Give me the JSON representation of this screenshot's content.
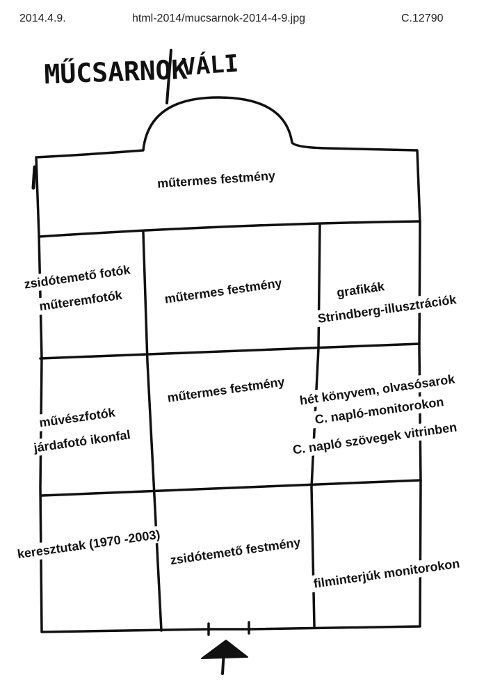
{
  "header": {
    "date": "2014.4.9.",
    "filename": "html-2014/mucsarnok-2014-4-9.jpg",
    "code": "C.12790"
  },
  "title": {
    "left": "MŰCSARNOK",
    "right": "VÁLI"
  },
  "rooms": {
    "top_hall": "műtermes festmény",
    "row1": {
      "left_1": "zsidótemető fotók",
      "left_2": "műteremfotók",
      "center": "műtermes festmény",
      "right_1": "grafikák",
      "right_2": "Strindberg-illusztrációk"
    },
    "row2": {
      "left_1": "művészfotók",
      "left_2": "járdafotó ikonfal",
      "center": "műtermes festmény",
      "right_1": "hét könyvem, olvasósarok",
      "right_2": "C. napló-monitorokon",
      "right_3": "C. napló szövegek vitrinben"
    },
    "row3": {
      "left": "keresztutak (1970 -2003)",
      "center": "zsidótemető festmény",
      "right": "filminterjúk monitorokon"
    }
  },
  "entrance_icon": "arrow-up-icon"
}
